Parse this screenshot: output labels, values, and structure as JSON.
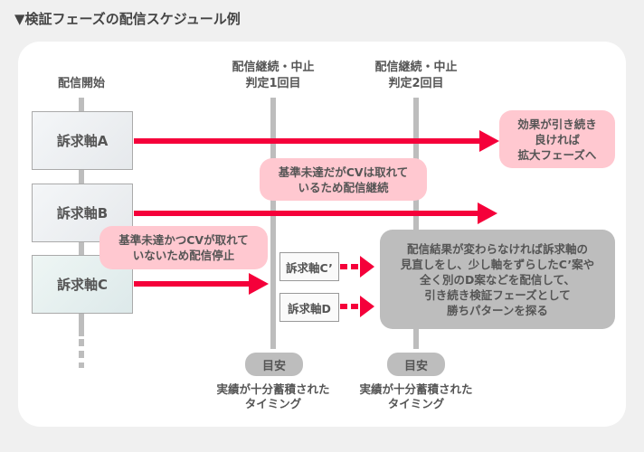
{
  "title": "▼検証フェーズの配信スケジュール例",
  "columns": {
    "start": "配信開始",
    "check1": "配信継続・中止\n判定1回目",
    "check2": "配信継続・中止\n判定2回目"
  },
  "ads": {
    "a": "訴求軸A",
    "b": "訴求軸B",
    "c": "訴求軸C",
    "c2": "訴求軸C’",
    "d": "訴求軸D"
  },
  "bubbles": {
    "expand": "効果が引き続き\n良ければ\n拡大フェーズへ",
    "continue": "基準未達だがCVは取れて\nいるため配信継続",
    "stop": "基準未達かつCVが取れて\nいないため配信停止"
  },
  "next_step": "配信結果が変わらなければ訴求軸の\n見直しをし、少し軸をずらしたC’案や\n全く別のD案などを配信して、\n引き続き検証フェーズとして\n勝ちパターンを探る",
  "guide": {
    "pill": "目安",
    "caption": "実績が十分蓄積された\nタイミング"
  },
  "colors": {
    "arrow": "#f5003a",
    "bubble": "#ffc8d0",
    "line": "#bdbdbd"
  }
}
